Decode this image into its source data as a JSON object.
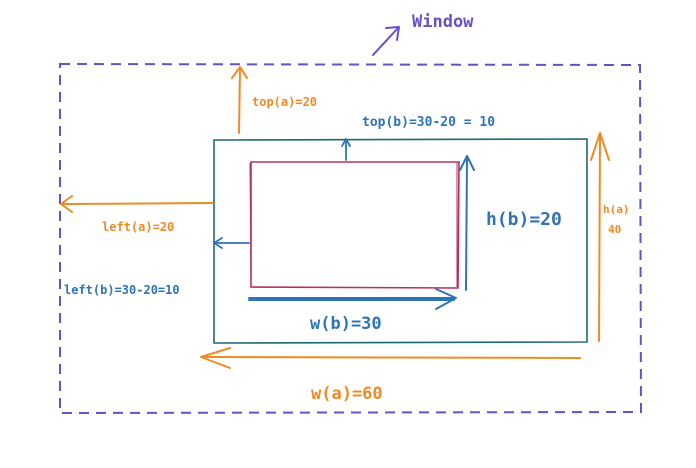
{
  "colors": {
    "window": "#6a4fc8",
    "outer_box": "#1d6b72",
    "inner_box": "#b8305a",
    "orange": "#f08a24",
    "blue": "#2f73b8",
    "background": "#ffffff"
  },
  "labels": {
    "window": "Window",
    "top_a": "top(a)=20",
    "top_b": "top(b)=30-20 = 10",
    "left_a": "left(a)=20",
    "left_b": "left(b)=30-20=10",
    "h_b": "h(b)=20",
    "w_b": "w(b)=30",
    "h_a_line1": "h(a)",
    "h_a_line2": "40",
    "w_a": "w(a)=60"
  }
}
